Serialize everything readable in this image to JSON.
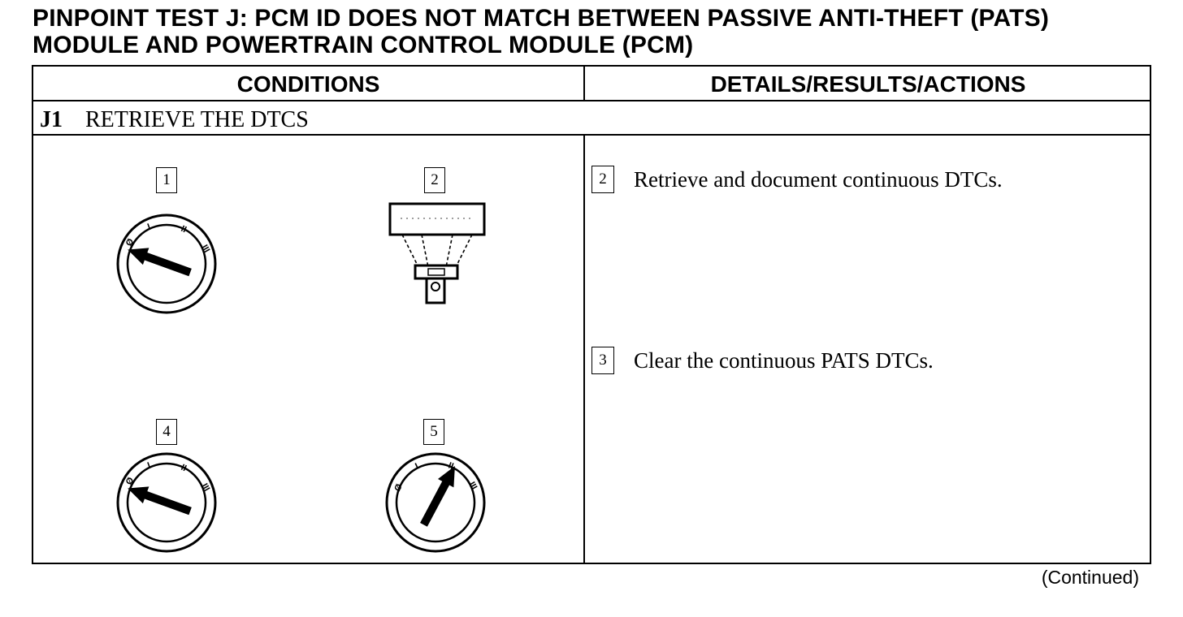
{
  "title": {
    "line1": "PINPOINT TEST J: PCM ID DOES NOT MATCH BETWEEN PASSIVE ANTI-THEFT (PATS)",
    "line2": "MODULE AND POWERTRAIN CONTROL MODULE (PCM)"
  },
  "table": {
    "headers": {
      "conditions": "CONDITIONS",
      "details": "DETAILS/RESULTS/ACTIONS"
    },
    "step": {
      "id": "J1",
      "title": "RETRIEVE THE DTCS"
    },
    "illustrations": [
      {
        "number": "1",
        "icon": "ignition-switch-off-icon"
      },
      {
        "number": "2",
        "icon": "scan-tool-icon"
      },
      {
        "number": "4",
        "icon": "ignition-switch-off-icon"
      },
      {
        "number": "5",
        "icon": "ignition-switch-on-icon"
      }
    ],
    "dial_labels": {
      "off": "Ø",
      "acc": "I",
      "on": "II",
      "start": "III"
    },
    "actions": [
      {
        "number": "2",
        "text": "Retrieve and document continuous DTCs."
      },
      {
        "number": "3",
        "text": "Clear the continuous PATS DTCs."
      }
    ]
  },
  "footer": {
    "continued": "(Continued)"
  },
  "colors": {
    "ink": "#000000",
    "paper": "#ffffff"
  }
}
